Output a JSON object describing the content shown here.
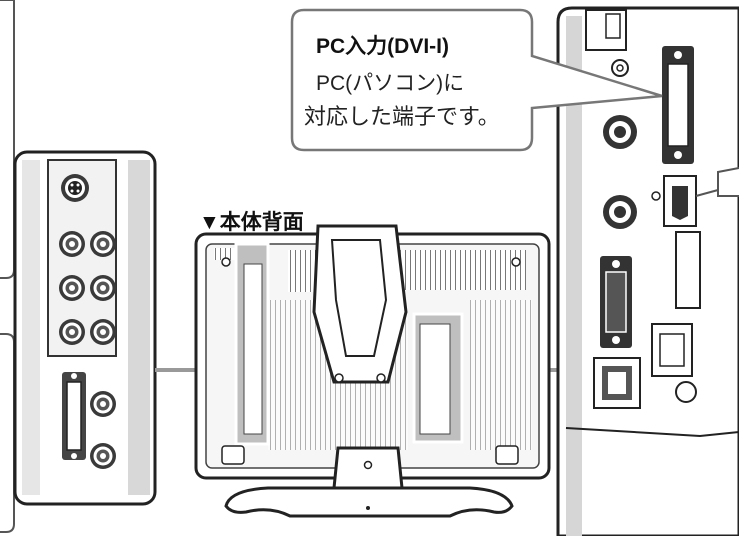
{
  "callout": {
    "title": "PC入力(DVI-I)",
    "line2": "PC(パソコン)に",
    "line3": "対応した端子です。"
  },
  "back_label": "▼本体背面",
  "colors": {
    "outline": "#222222",
    "panel_gray": "#bfbfbf",
    "light_gray": "#e6e6e6",
    "connector_line": "#999999"
  }
}
